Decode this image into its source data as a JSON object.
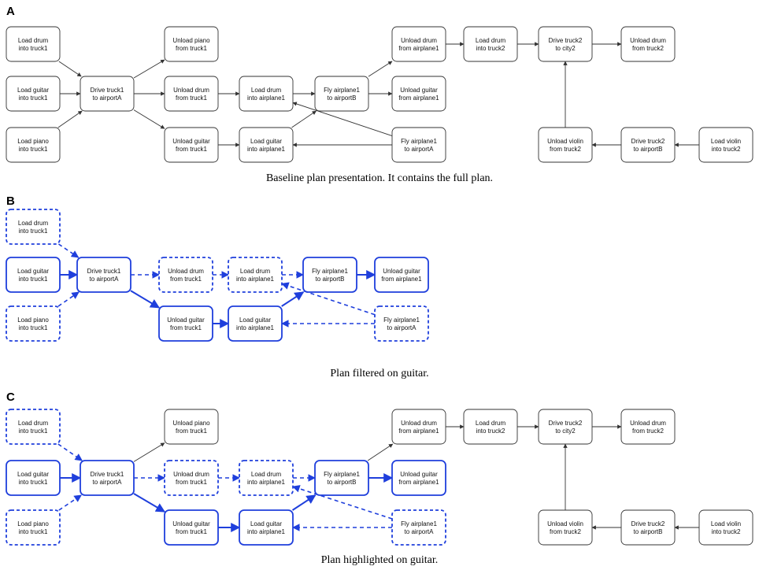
{
  "colors": {
    "default": "#333333",
    "highlight": "#1f3fdc",
    "background": "#ffffff"
  },
  "panels": [
    {
      "letter": "A",
      "caption": "Baseline plan presentation. It contains the full plan.",
      "nodes": [
        {
          "id": "ld1",
          "lines": [
            "Load drum",
            "into truck1"
          ],
          "style": "default"
        },
        {
          "id": "lg1",
          "lines": [
            "Load guitar",
            "into truck1"
          ],
          "style": "default"
        },
        {
          "id": "lp1",
          "lines": [
            "Load piano",
            "into truck1"
          ],
          "style": "default"
        },
        {
          "id": "dt1",
          "lines": [
            "Drive truck1",
            "to airportA"
          ],
          "style": "default"
        },
        {
          "id": "up1",
          "lines": [
            "Unload piano",
            "from truck1"
          ],
          "style": "default"
        },
        {
          "id": "ud1",
          "lines": [
            "Unload drum",
            "from truck1"
          ],
          "style": "default"
        },
        {
          "id": "ug1",
          "lines": [
            "Unload guitar",
            "from truck1"
          ],
          "style": "default"
        },
        {
          "id": "lda",
          "lines": [
            "Load drum",
            "into airplane1"
          ],
          "style": "default"
        },
        {
          "id": "lga",
          "lines": [
            "Load guitar",
            "into airplane1"
          ],
          "style": "default"
        },
        {
          "id": "fab",
          "lines": [
            "Fly airplane1",
            "to airportB"
          ],
          "style": "default"
        },
        {
          "id": "uda",
          "lines": [
            "Unload drum",
            "from airplane1"
          ],
          "style": "default"
        },
        {
          "id": "uga",
          "lines": [
            "Unload guitar",
            "from airplane1"
          ],
          "style": "default"
        },
        {
          "id": "faa",
          "lines": [
            "Fly airplane1",
            "to airportA"
          ],
          "style": "default"
        },
        {
          "id": "ld2",
          "lines": [
            "Load drum",
            "into truck2"
          ],
          "style": "default"
        },
        {
          "id": "dt2c",
          "lines": [
            "Drive truck2",
            "to city2"
          ],
          "style": "default"
        },
        {
          "id": "ud2",
          "lines": [
            "Unload drum",
            "from truck2"
          ],
          "style": "default"
        },
        {
          "id": "uv2",
          "lines": [
            "Unload violin",
            "from truck2"
          ],
          "style": "default"
        },
        {
          "id": "dt2b",
          "lines": [
            "Drive truck2",
            "to airportB"
          ],
          "style": "default"
        },
        {
          "id": "lv2",
          "lines": [
            "Load violin",
            "into truck2"
          ],
          "style": "default"
        }
      ],
      "edges": [
        {
          "from": "ld1",
          "to": "dt1",
          "style": "default"
        },
        {
          "from": "lg1",
          "to": "dt1",
          "style": "default"
        },
        {
          "from": "lp1",
          "to": "dt1",
          "style": "default"
        },
        {
          "from": "dt1",
          "to": "up1",
          "style": "default"
        },
        {
          "from": "dt1",
          "to": "ud1",
          "style": "default"
        },
        {
          "from": "dt1",
          "to": "ug1",
          "style": "default"
        },
        {
          "from": "ud1",
          "to": "lda",
          "style": "default"
        },
        {
          "from": "ug1",
          "to": "lga",
          "style": "default"
        },
        {
          "from": "lda",
          "to": "fab",
          "style": "default"
        },
        {
          "from": "lga",
          "to": "fab",
          "style": "default"
        },
        {
          "from": "faa",
          "to": "lda",
          "style": "default"
        },
        {
          "from": "faa",
          "to": "lga",
          "style": "default"
        },
        {
          "from": "fab",
          "to": "uda",
          "style": "default"
        },
        {
          "from": "fab",
          "to": "uga",
          "style": "default"
        },
        {
          "from": "uda",
          "to": "ld2",
          "style": "default"
        },
        {
          "from": "ld2",
          "to": "dt2c",
          "style": "default"
        },
        {
          "from": "dt2c",
          "to": "ud2",
          "style": "default"
        },
        {
          "from": "uv2",
          "to": "dt2c",
          "style": "default"
        },
        {
          "from": "dt2b",
          "to": "uv2",
          "style": "default"
        },
        {
          "from": "lv2",
          "to": "dt2b",
          "style": "default"
        }
      ]
    },
    {
      "letter": "B",
      "caption": "Plan filtered on guitar.",
      "nodes": [
        {
          "id": "ld1",
          "lines": [
            "Load drum",
            "into truck1"
          ],
          "style": "dashed"
        },
        {
          "id": "lg1",
          "lines": [
            "Load guitar",
            "into truck1"
          ],
          "style": "bold"
        },
        {
          "id": "lp1",
          "lines": [
            "Load piano",
            "into truck1"
          ],
          "style": "dashed"
        },
        {
          "id": "dt1",
          "lines": [
            "Drive truck1",
            "to airportA"
          ],
          "style": "bold"
        },
        {
          "id": "ud1",
          "lines": [
            "Unload drum",
            "from truck1"
          ],
          "style": "dashed"
        },
        {
          "id": "lda",
          "lines": [
            "Load drum",
            "into airplane1"
          ],
          "style": "dashed"
        },
        {
          "id": "fab",
          "lines": [
            "Fly airplane1",
            "to airportB"
          ],
          "style": "bold"
        },
        {
          "id": "uga",
          "lines": [
            "Unload guitar",
            "from airplane1"
          ],
          "style": "bold"
        },
        {
          "id": "ug1",
          "lines": [
            "Unload guitar",
            "from truck1"
          ],
          "style": "bold"
        },
        {
          "id": "lga",
          "lines": [
            "Load guitar",
            "into airplane1"
          ],
          "style": "bold"
        },
        {
          "id": "faa",
          "lines": [
            "Fly airplane1",
            "to airportA"
          ],
          "style": "dashed"
        }
      ],
      "edges": [
        {
          "from": "ld1",
          "to": "dt1",
          "style": "dashed"
        },
        {
          "from": "lg1",
          "to": "dt1",
          "style": "bold"
        },
        {
          "from": "lp1",
          "to": "dt1",
          "style": "dashed"
        },
        {
          "from": "dt1",
          "to": "ud1",
          "style": "dashed"
        },
        {
          "from": "dt1",
          "to": "ug1",
          "style": "bold"
        },
        {
          "from": "ud1",
          "to": "lda",
          "style": "dashed"
        },
        {
          "from": "lda",
          "to": "fab",
          "style": "dashed"
        },
        {
          "from": "ug1",
          "to": "lga",
          "style": "bold"
        },
        {
          "from": "lga",
          "to": "fab",
          "style": "bold"
        },
        {
          "from": "fab",
          "to": "uga",
          "style": "bold"
        },
        {
          "from": "faa",
          "to": "lda",
          "style": "dashed"
        },
        {
          "from": "faa",
          "to": "lga",
          "style": "dashed"
        }
      ]
    },
    {
      "letter": "C",
      "caption": "Plan highlighted on guitar.",
      "nodes": [
        {
          "id": "ld1",
          "lines": [
            "Load drum",
            "into truck1"
          ],
          "style": "dashed"
        },
        {
          "id": "lg1",
          "lines": [
            "Load guitar",
            "into truck1"
          ],
          "style": "bold"
        },
        {
          "id": "lp1",
          "lines": [
            "Load piano",
            "into truck1"
          ],
          "style": "dashed"
        },
        {
          "id": "dt1",
          "lines": [
            "Drive truck1",
            "to airportA"
          ],
          "style": "bold"
        },
        {
          "id": "up1",
          "lines": [
            "Unload piano",
            "from truck1"
          ],
          "style": "default"
        },
        {
          "id": "ud1",
          "lines": [
            "Unload drum",
            "from truck1"
          ],
          "style": "dashed"
        },
        {
          "id": "ug1",
          "lines": [
            "Unload guitar",
            "from truck1"
          ],
          "style": "bold"
        },
        {
          "id": "lda",
          "lines": [
            "Load drum",
            "into airplane1"
          ],
          "style": "dashed"
        },
        {
          "id": "lga",
          "lines": [
            "Load guitar",
            "into airplane1"
          ],
          "style": "bold"
        },
        {
          "id": "fab",
          "lines": [
            "Fly airplane1",
            "to airportB"
          ],
          "style": "bold"
        },
        {
          "id": "uda",
          "lines": [
            "Unload drum",
            "from airplane1"
          ],
          "style": "default"
        },
        {
          "id": "uga",
          "lines": [
            "Unload guitar",
            "from airplane1"
          ],
          "style": "bold"
        },
        {
          "id": "faa",
          "lines": [
            "Fly airplane1",
            "to airportA"
          ],
          "style": "dashed"
        },
        {
          "id": "ld2",
          "lines": [
            "Load drum",
            "into truck2"
          ],
          "style": "default"
        },
        {
          "id": "dt2c",
          "lines": [
            "Drive truck2",
            "to city2"
          ],
          "style": "default"
        },
        {
          "id": "ud2",
          "lines": [
            "Unload drum",
            "from truck2"
          ],
          "style": "default"
        },
        {
          "id": "uv2",
          "lines": [
            "Unload violin",
            "from truck2"
          ],
          "style": "default"
        },
        {
          "id": "dt2b",
          "lines": [
            "Drive truck2",
            "to airportB"
          ],
          "style": "default"
        },
        {
          "id": "lv2",
          "lines": [
            "Load violin",
            "into truck2"
          ],
          "style": "default"
        }
      ],
      "edges": [
        {
          "from": "ld1",
          "to": "dt1",
          "style": "dashed"
        },
        {
          "from": "lg1",
          "to": "dt1",
          "style": "bold"
        },
        {
          "from": "lp1",
          "to": "dt1",
          "style": "dashed"
        },
        {
          "from": "dt1",
          "to": "up1",
          "style": "default"
        },
        {
          "from": "dt1",
          "to": "ud1",
          "style": "dashed"
        },
        {
          "from": "dt1",
          "to": "ug1",
          "style": "bold"
        },
        {
          "from": "ud1",
          "to": "lda",
          "style": "dashed"
        },
        {
          "from": "ug1",
          "to": "lga",
          "style": "bold"
        },
        {
          "from": "lda",
          "to": "fab",
          "style": "dashed"
        },
        {
          "from": "lga",
          "to": "fab",
          "style": "bold"
        },
        {
          "from": "faa",
          "to": "lda",
          "style": "dashed"
        },
        {
          "from": "faa",
          "to": "lga",
          "style": "dashed"
        },
        {
          "from": "fab",
          "to": "uda",
          "style": "default"
        },
        {
          "from": "fab",
          "to": "uga",
          "style": "bold"
        },
        {
          "from": "uda",
          "to": "ld2",
          "style": "default"
        },
        {
          "from": "ld2",
          "to": "dt2c",
          "style": "default"
        },
        {
          "from": "dt2c",
          "to": "ud2",
          "style": "default"
        },
        {
          "from": "uv2",
          "to": "dt2c",
          "style": "default"
        },
        {
          "from": "dt2b",
          "to": "uv2",
          "style": "default"
        },
        {
          "from": "lv2",
          "to": "dt2b",
          "style": "default"
        }
      ]
    }
  ]
}
